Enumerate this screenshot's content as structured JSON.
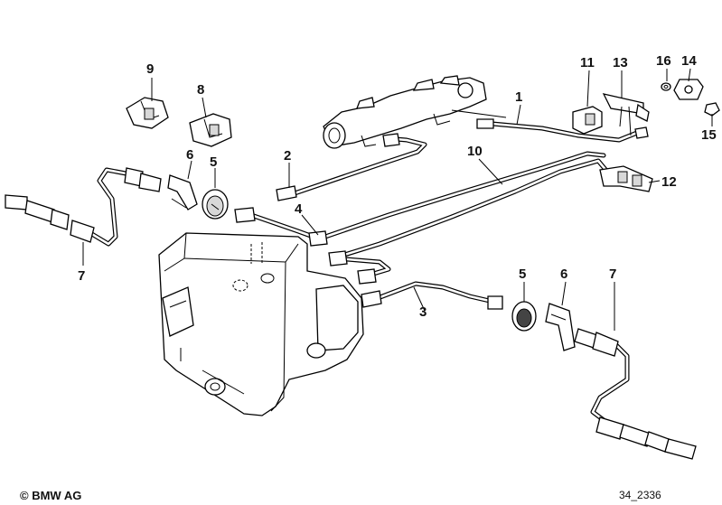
{
  "callouts": [
    {
      "id": "c9",
      "text": "9"
    },
    {
      "id": "c8",
      "text": "8"
    },
    {
      "id": "c6a",
      "text": "6"
    },
    {
      "id": "c5a",
      "text": "5"
    },
    {
      "id": "c2",
      "text": "2"
    },
    {
      "id": "c4",
      "text": "4"
    },
    {
      "id": "c10",
      "text": "10"
    },
    {
      "id": "c1",
      "text": "1"
    },
    {
      "id": "c11",
      "text": "11"
    },
    {
      "id": "c13",
      "text": "13"
    },
    {
      "id": "c16",
      "text": "16"
    },
    {
      "id": "c14",
      "text": "14"
    },
    {
      "id": "c15",
      "text": "15"
    },
    {
      "id": "c12",
      "text": "12"
    },
    {
      "id": "c7a",
      "text": "7"
    },
    {
      "id": "c3",
      "text": "3"
    },
    {
      "id": "c5b",
      "text": "5"
    },
    {
      "id": "c6b",
      "text": "6"
    },
    {
      "id": "c7b",
      "text": "7"
    }
  ],
  "footer": {
    "copyright_symbol": "©",
    "copyright_text": "BMW AG",
    "drawing_number": "34_2336"
  }
}
